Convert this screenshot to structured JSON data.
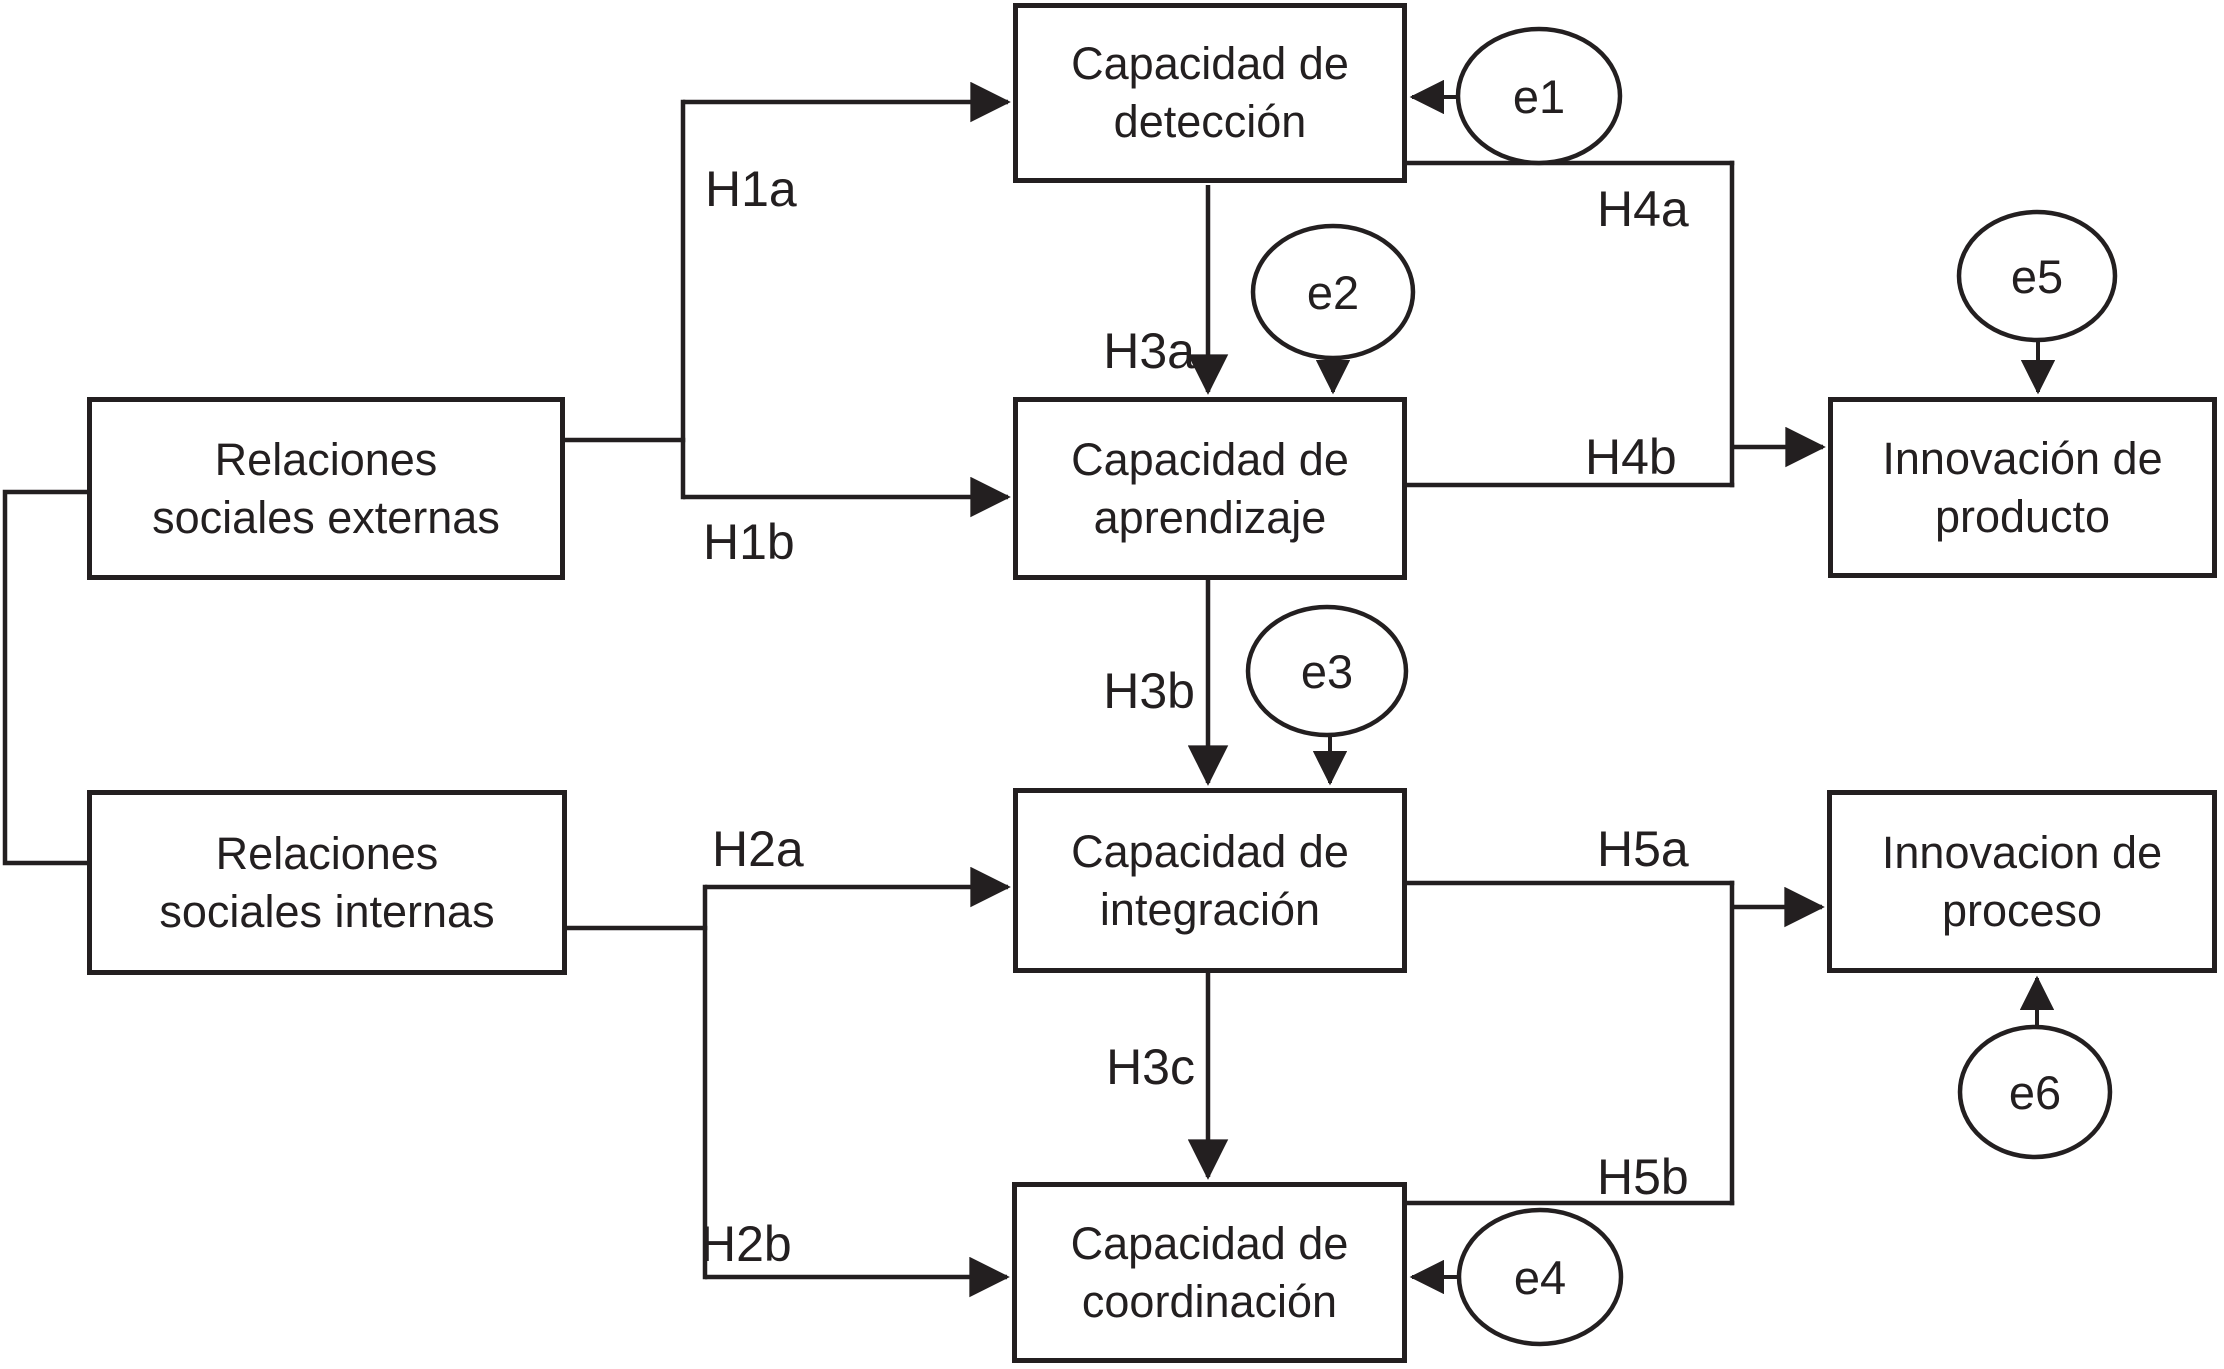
{
  "colors": {
    "ink": "#231f20",
    "background": "#ffffff"
  },
  "boxes": [
    {
      "id": "relaciones-sociales-externas",
      "line1": "Relaciones",
      "line2": "sociales externas"
    },
    {
      "id": "relaciones-sociales-internas",
      "line1": "Relaciones",
      "line2": "sociales internas"
    },
    {
      "id": "capacidad-de-deteccion",
      "line1": "Capacidad de",
      "line2": "detección"
    },
    {
      "id": "capacidad-de-aprendizaje",
      "line1": "Capacidad de",
      "line2": "aprendizaje"
    },
    {
      "id": "capacidad-de-integracion",
      "line1": "Capacidad de",
      "line2": "integración"
    },
    {
      "id": "capacidad-de-coordinacion",
      "line1": "Capacidad de",
      "line2": "coordinación"
    },
    {
      "id": "innovacion-de-producto",
      "line1": "Innovación de",
      "line2": "producto"
    },
    {
      "id": "innovacion-de-proceso",
      "line1": "Innovacion de",
      "line2": "proceso"
    }
  ],
  "error_terms": [
    {
      "id": "e1",
      "label": "e1"
    },
    {
      "id": "e2",
      "label": "e2"
    },
    {
      "id": "e3",
      "label": "e3"
    },
    {
      "id": "e4",
      "label": "e4"
    },
    {
      "id": "e5",
      "label": "e5"
    },
    {
      "id": "e6",
      "label": "e6"
    }
  ],
  "path_labels": [
    {
      "id": "H1a",
      "label": "H1a"
    },
    {
      "id": "H1b",
      "label": "H1b"
    },
    {
      "id": "H2a",
      "label": "H2a"
    },
    {
      "id": "H2b",
      "label": "H2b"
    },
    {
      "id": "H3a",
      "label": "H3a"
    },
    {
      "id": "H3b",
      "label": "H3b"
    },
    {
      "id": "H3c",
      "label": "H3c"
    },
    {
      "id": "H4a",
      "label": "H4a"
    },
    {
      "id": "H4b",
      "label": "H4b"
    },
    {
      "id": "H5a",
      "label": "H5a"
    },
    {
      "id": "H5b",
      "label": "H5b"
    }
  ]
}
